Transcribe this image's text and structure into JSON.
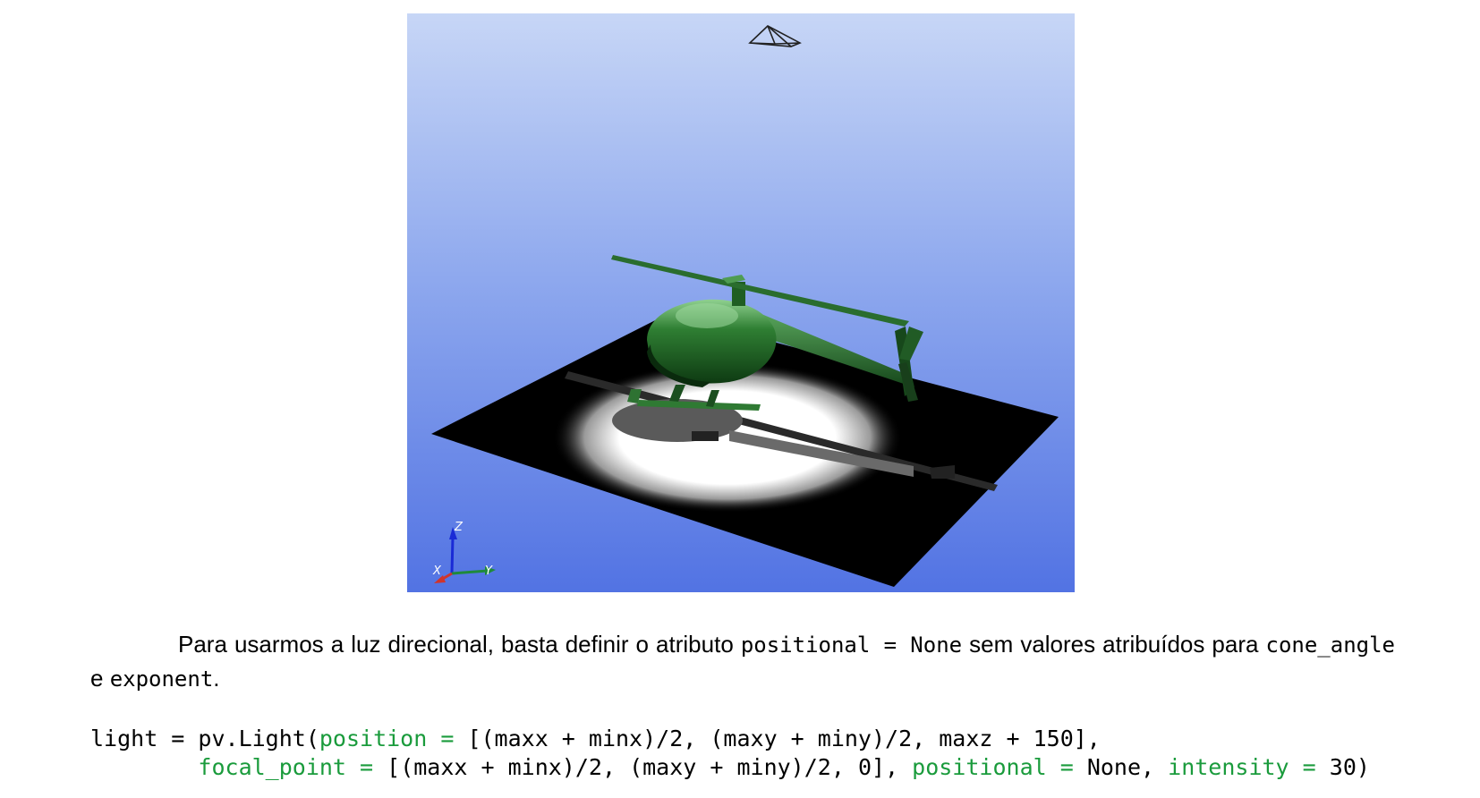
{
  "viewport": {
    "axes": {
      "z_label": "Z",
      "x_label": "X",
      "y_label": "Y"
    },
    "colors": {
      "background_top": "#c7d6f6",
      "background_bottom": "#5273e3",
      "helicopter": "#2e7d32",
      "ground_plane": "#000000",
      "spotlight": "#ffffff"
    }
  },
  "paragraph": {
    "text_before": "Para usarmos a luz direcional, basta definir o atributo ",
    "code_positional": "positional = None",
    "text_middle": " sem valores atribuídos para ",
    "code_cone_angle": "cone_angle",
    "text_and": " e ",
    "code_exponent": "exponent",
    "text_end": "."
  },
  "code": {
    "line1": {
      "prefix": "light = pv.Light(",
      "kw_position": "position =",
      "position_value": " [(maxx + minx)/2, (maxy + miny)/2, maxz + 150],"
    },
    "line2": {
      "indent": "        ",
      "kw_focal_point": "focal_point =",
      "focal_value": " [(maxx + minx)/2, (maxy + miny)/2, 0], ",
      "kw_positional": "positional =",
      "positional_value": " None, ",
      "kw_intensity": "intensity =",
      "intensity_value": " 30)"
    }
  }
}
